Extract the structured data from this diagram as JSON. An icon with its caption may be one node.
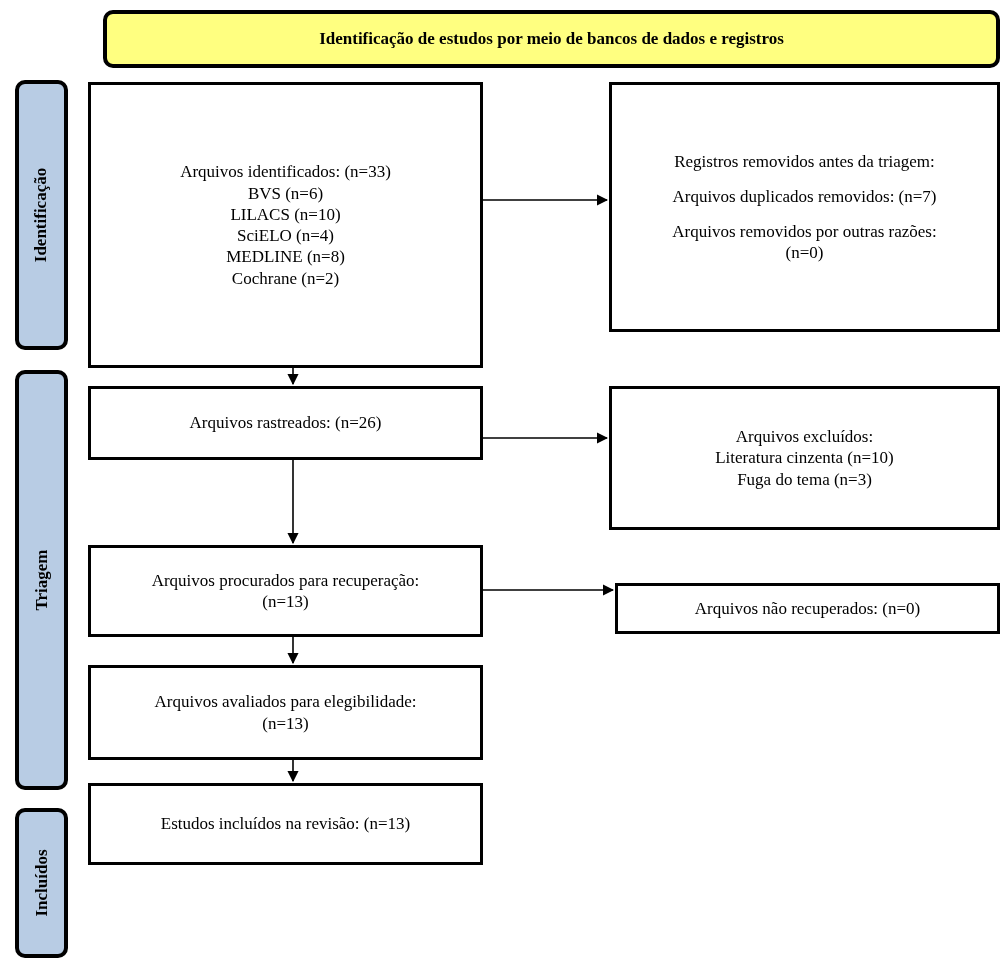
{
  "diagram": {
    "nodes": [
      {
        "text": [
          "Identificação de estudos por meio de bancos de dados e registros"
        ]
      },
      {
        "text": [
          "Identificação"
        ]
      },
      {
        "text": [
          "Arquivos identificados: (n=33)",
          "BVS (n=6)",
          "LILACS (n=10)",
          "SciELO (n=4)",
          "MEDLINE (n=8)",
          "Cochrane (n=2)"
        ]
      },
      {
        "text": [
          "Registros removidos antes da triagem:",
          "Arquivos duplicados removidos: (n=7)",
          "Arquivos removidos por outras razões: (n=0)"
        ]
      },
      {
        "text": [
          "Triagem"
        ]
      },
      {
        "text": [
          "Arquivos rastreados: (n=26)"
        ]
      },
      {
        "text": [
          "Arquivos excluídos:",
          "Literatura cinzenta (n=10)",
          "Fuga do tema (n=3)"
        ]
      },
      {
        "text": [
          "Arquivos procurados para recuperação: (n=13)"
        ]
      },
      {
        "text": [
          "Arquivos não recuperados: (n=0)"
        ]
      },
      {
        "text": [
          "Arquivos avaliados para elegibilidade: (n=13)"
        ]
      },
      {
        "text": [
          "Incluídos"
        ]
      },
      {
        "text": [
          "Estudos incluídos na revisão: (n=13)"
        ]
      }
    ],
    "edges": [
      {
        "from": 2,
        "to": 3,
        "arrow": "to"
      },
      {
        "from": 2,
        "to": 5,
        "arrow": "to"
      },
      {
        "from": 5,
        "to": 6,
        "arrow": "to"
      },
      {
        "from": 5,
        "to": 7,
        "arrow": "to"
      },
      {
        "from": 7,
        "to": 8,
        "arrow": "to"
      },
      {
        "from": 7,
        "to": 9,
        "arrow": "to"
      },
      {
        "from": 9,
        "to": 11,
        "arrow": "to"
      }
    ]
  }
}
